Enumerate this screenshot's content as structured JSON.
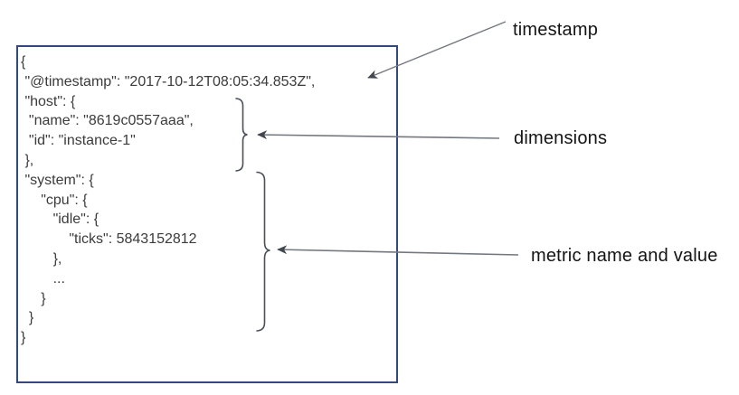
{
  "document": {
    "code": "{\n \"@timestamp\": \"2017-10-12T08:05:34.853Z\",\n \"host\": {\n  \"name\": \"8619c0557aaa\",\n  \"id\": \"instance-1\"\n },\n \"system\": {\n     \"cpu\": {\n        \"idle\": {\n            \"ticks\": 5843152812\n        },\n        ...\n     }\n  }\n}",
    "fields": {
      "timestamp_key": "@timestamp",
      "timestamp_value": "2017-10-12T08:05:34.853Z",
      "host_name": "8619c0557aaa",
      "host_id": "instance-1",
      "metric_path": "system.cpu.idle.ticks",
      "metric_value": "5843152812"
    }
  },
  "annotations": {
    "timestamp": {
      "label": "timestamp"
    },
    "dimensions": {
      "label": "dimensions"
    },
    "metric": {
      "label": "metric name and value"
    }
  },
  "colors": {
    "box_border": "#33487c",
    "code_text": "#3b3b3b",
    "label_text": "#141414",
    "connector_line": "#74787f",
    "arrowhead": "#42464f",
    "brace": "#4a4f5b",
    "background": "#ffffff"
  }
}
